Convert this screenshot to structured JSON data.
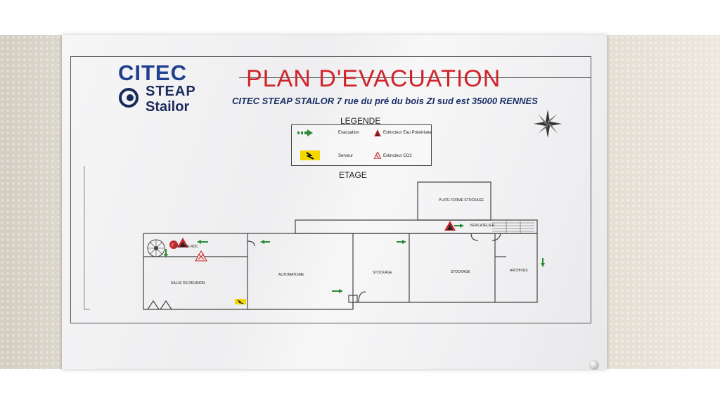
{
  "logo": {
    "line1": "CITEC",
    "line2": "STEAP",
    "line3": "Stailor"
  },
  "title": "PLAN D'EVACUATION",
  "address": "CITEC STEAP STAILOR 7 rue du pré du bois ZI sud est 35000 RENNES",
  "legend": {
    "heading": "LEGENDE",
    "evacuation": "Evacuation",
    "extinguisher_powder": "Extincteur Eau Pulvérisée",
    "server": "Serveur",
    "extinguisher_co2": "Extincteur CO2"
  },
  "floor_label": "ETAGE",
  "rooms": {
    "plate_forme": "PLATE FORME STOCKAGE",
    "sortie": "SORTIE RDC",
    "salle": "SALLE DE REUNION",
    "automatisme": "AUTOMATISME",
    "stockage1": "STOCKAGE",
    "stockage2": "STOCKAGE",
    "archives": "ARCHIVES",
    "vers": "VERS ATELIER"
  },
  "colors": {
    "title": "#d0242a",
    "logo_blue": "#1f3f8f",
    "evacuation_arrow": "#2e8b3a",
    "server_sign": "#f5d800",
    "extinguisher": "#c0282b"
  },
  "icons": [
    "compass-rose-icon",
    "evacuation-arrow-icon",
    "extinguisher-icon",
    "server-icon",
    "spiral-staircase-icon"
  ]
}
